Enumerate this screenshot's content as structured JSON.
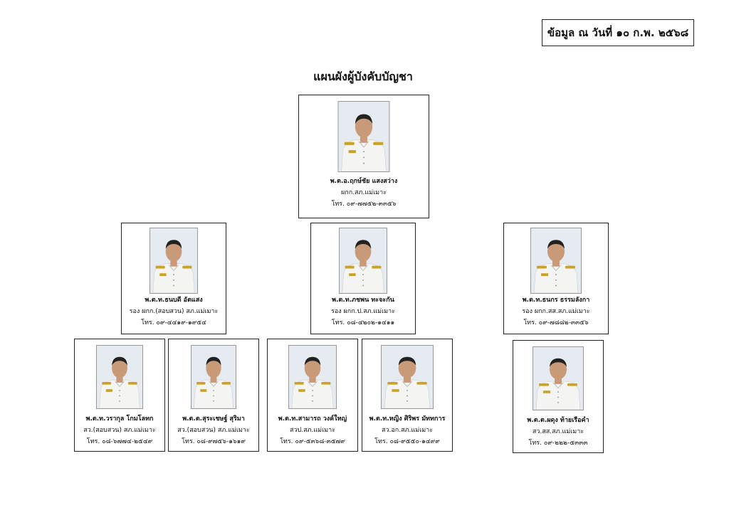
{
  "header": {
    "date_label": "ข้อมูล ณ วันที่ ๑๐ ก.พ. ๒๕๖๘",
    "title": "แผนผังผู้บังคับบัญชา"
  },
  "commanders": [
    {
      "name": "พ.ต.อ.ฤกษ์ชัย แสงสว่าง",
      "position": "ผกก.สภ.แม่เมาะ",
      "phone": "โทร. ๐๙-๗๗๕๒-๓๓๕๖"
    },
    {
      "name": "พ.ต.ท.ธนบดี อัตแสง",
      "position": "รอง ผกก.(สอบสวน) สภ.แม่เมาะ",
      "phone": "โทร. ๐๙-๔๔๑๙-๑๙๕๔"
    },
    {
      "name": "พ.ต.ท.ภชพน ทะจะกัน",
      "position": "รอง ผกก.ป.สภ.แม่เมาะ",
      "phone": "โทร. ๐๘-๔๒๐๒-๑๔๑๑"
    },
    {
      "name": "พ.ต.ท.ธนกร ธรรมลังกา",
      "position": "รอง ผกก.สส.สภ.แม่เมาะ",
      "phone": "โทร. ๐๙-๗๘๘๒-๓๓๕๖"
    },
    {
      "name": "พ.ต.ท.วรากุล โกมโลทก",
      "position": "สว.(สอบสวน) สภ.แม่เมาะ",
      "phone": "โทร. ๐๘-๖๗๗๔-๒๕๔๙"
    },
    {
      "name": "พ.ต.ต.สุระเชษฐ์ สุริมา",
      "position": "สว.(สอบสวน) สภ.แม่เมาะ",
      "phone": "โทร. ๐๘-๙๗๕๖-๑๖๑๙"
    },
    {
      "name": "พ.ต.ท.สามารถ วงค์ใหญ่",
      "position": "สวป.สภ.แม่เมาะ",
      "phone": "โทร. ๐๙-๕๓๖๘-๓๕๗๙"
    },
    {
      "name": "พ.ต.ท.หญิง ศิริพร มัททการ",
      "position": "สว.อก.สภ.แม่เมาะ",
      "phone": "โทร. ๐๘-๙๕๕๐-๑๔๙๙"
    },
    {
      "name": "พ.ต.ต.ผดุง ท้ายเรือคำ",
      "position": "สว.สส.สภ.แม่เมาะ",
      "phone": "โทร. ๐๙-๒๒๒-๕๓๓๓"
    }
  ],
  "colors": {
    "uniform": "#f4f4f2",
    "epaulette": "#c9a227",
    "skin": "#c99a78",
    "hair": "#222222",
    "photo_bg": "#e6ebf2"
  }
}
